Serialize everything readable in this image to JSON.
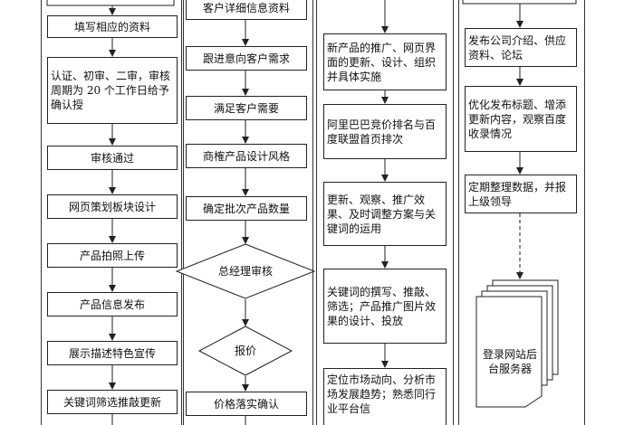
{
  "col1": [
    "填写相应的资料",
    "认证、初审、二审，审核周期为 20 个工作日给予确认授",
    "审核通过",
    "网页策划板块设计",
    "产品拍照上传",
    "产品信息发布",
    "展示描述特色宣传",
    "关键词筛选推敲更新"
  ],
  "col2": [
    "客户详细信息资料",
    "跟进意向客户需求",
    "满足客户需要",
    "商榷产品设计风格",
    "确定批次产品数量",
    "总经理审核",
    "报价",
    "价格落实确认"
  ],
  "col3": [
    "新产品的推广、网页界面的更新、设计、组织并具体实施",
    "阿里巴巴竞价排名与百度联盟首页排次",
    "更新、观察、推广效果、及时调整方案与关键词的运用",
    "关键词的撰写、推敲、筛选；产品推广图片效果的设计、投放",
    "定位市场动向、分析市场发展趋势；熟悉同行业平台信"
  ],
  "col4": [
    "发布公司介绍、供应资料、论坛",
    "优化发布标题、增添更新内容，观察百度收录情况",
    "定期整理数据，并报上级领导",
    "登录网站后台服务器"
  ]
}
